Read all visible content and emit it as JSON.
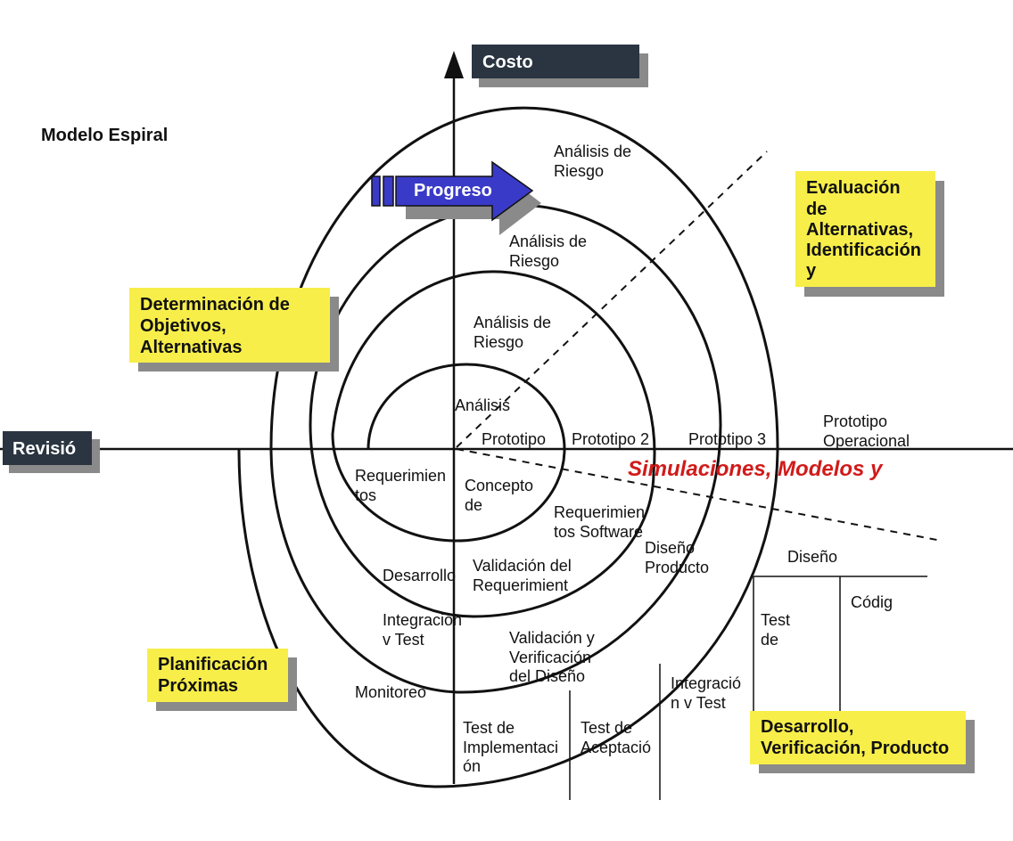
{
  "title": "Modelo Espiral",
  "axes": {
    "vertical_label": "Costo",
    "horizontal_label": "Revisió"
  },
  "progress_arrow": {
    "label": "Progreso",
    "color": "#3a3ac8"
  },
  "quadrant_boxes": {
    "top_left": [
      "Determinación de",
      "Objetivos,",
      "Alternativas"
    ],
    "top_right": [
      "Evaluación",
      "de",
      "Alternativas,",
      "Identificación",
      "y"
    ],
    "bottom_left": [
      "Planificación",
      "Próximas"
    ],
    "bottom_right": [
      "Desarrollo,",
      "Verificación, Producto"
    ]
  },
  "risk_analysis": {
    "ring4": [
      "Análisis de",
      "Riesgo"
    ],
    "ring3": [
      "Análisis de",
      "Riesgo"
    ],
    "ring2": [
      "Análisis de",
      "Riesgo"
    ],
    "ring1": [
      "Análisis"
    ]
  },
  "prototypes": [
    "Prototipo",
    "Prototipo 2",
    "Prototipo 3",
    [
      "Prototipo",
      "Operacional"
    ]
  ],
  "simulations": "Simulaciones, Modelos y",
  "lower_right": {
    "concepto": [
      "Concepto",
      "de"
    ],
    "req_software": [
      "Requerimien",
      "tos Software"
    ],
    "diseno_producto": [
      "Diseño",
      "Producto"
    ],
    "diseno": "Diseño",
    "codigo": "Códig",
    "test_de": [
      "Test",
      "de"
    ],
    "integracion_test": [
      "Integració",
      "n v Test"
    ],
    "test_aceptacion": [
      "Test de",
      "Aceptació"
    ],
    "test_implementacion": [
      "Test de",
      "Implementaci",
      "ón"
    ]
  },
  "lower_left": {
    "requerimientos": [
      "Requerimien",
      "tos"
    ],
    "desarrollo": "Desarrollo",
    "validacion_req": [
      "Validación del",
      "Requerimient"
    ],
    "integracion_test": [
      "Integración",
      "v Test"
    ],
    "validacion_diseno": [
      "Validación y",
      "Verificación",
      "del Diseño"
    ],
    "monitoreo": "Monitoreo"
  },
  "colors": {
    "yellow_box": "#f7ee4a",
    "box_shadow": "#8a8a8a",
    "dark_box": "#2a3541",
    "simulation_text": "#d11a1a",
    "progress": "#3a3ac8"
  }
}
